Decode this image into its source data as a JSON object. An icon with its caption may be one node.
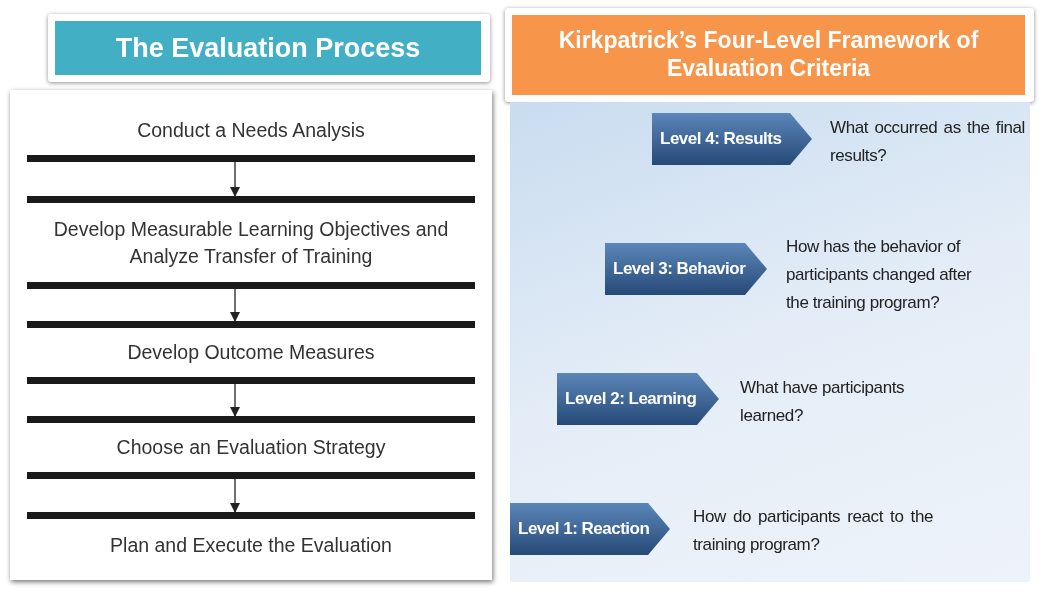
{
  "diagram": {
    "nodes": [
      {
        "text": [
          "The Evaluation Process"
        ]
      },
      {
        "text": [],
        "shape": "box"
      },
      {
        "text": [
          "Conduct a Needs Analysis"
        ],
        "in": 1
      },
      {
        "text": [
          "Develop Measurable Learning Objectives and Analyze Transfer of Training"
        ],
        "in": 1
      },
      {
        "text": [
          "Develop Outcome Measures"
        ],
        "in": 1
      },
      {
        "text": [
          "Choose an Evaluation Strategy"
        ],
        "in": 1
      },
      {
        "text": [
          "Plan and Execute the Evaluation"
        ],
        "in": 1
      },
      {
        "text": [
          "Kirkpatrick’s Four-Level Framework of Evaluation Criteria"
        ]
      },
      {
        "text": [],
        "shape": "box"
      },
      {
        "text": [
          "Level 4: Results"
        ],
        "in": 8,
        "beside": [
          "What occurred as the final results?"
        ]
      },
      {
        "text": [
          "Level 3: Behavior"
        ],
        "in": 8,
        "beside": [
          "How has the behavior of participants changed after the training program?"
        ]
      },
      {
        "text": [
          "Level 2: Learning"
        ],
        "in": 8,
        "beside": [
          "What have participants learned?"
        ]
      },
      {
        "text": [
          "Level 1: Reaction"
        ],
        "in": 8,
        "beside": [
          "How do participants react to the training program?"
        ]
      }
    ],
    "edges": [
      {
        "from": 2,
        "to": 3,
        "arrow": "to"
      },
      {
        "from": 3,
        "to": 4,
        "arrow": "to"
      },
      {
        "from": 4,
        "to": 5,
        "arrow": "to"
      },
      {
        "from": 5,
        "to": 6,
        "arrow": "to"
      }
    ]
  }
}
